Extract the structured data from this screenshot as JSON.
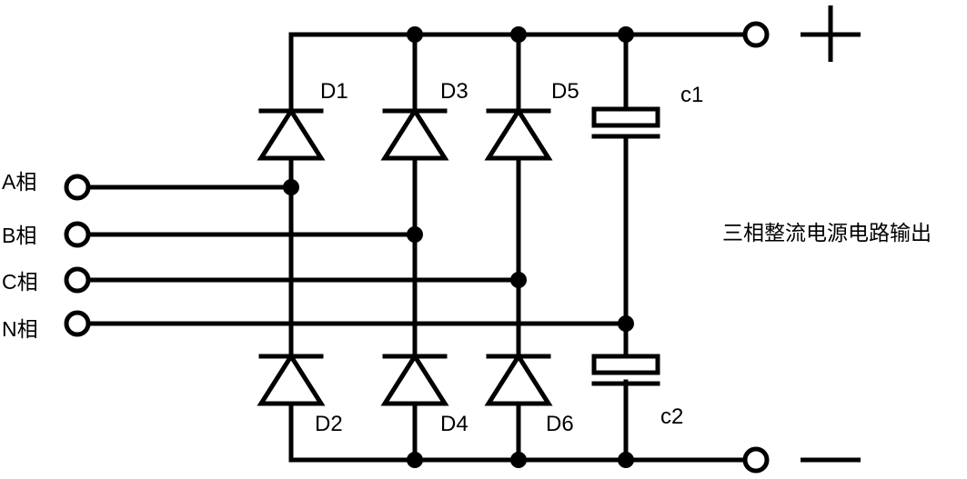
{
  "diagram": {
    "title": "三相整流电源电路输出",
    "phases": [
      "A相",
      "B相",
      "C相",
      "N相"
    ],
    "diodes": [
      "D1",
      "D2",
      "D3",
      "D4",
      "D5",
      "D6"
    ],
    "capacitors": [
      "c1",
      "c2"
    ],
    "output_terminals": {
      "positive": "+",
      "negative": "−"
    }
  }
}
